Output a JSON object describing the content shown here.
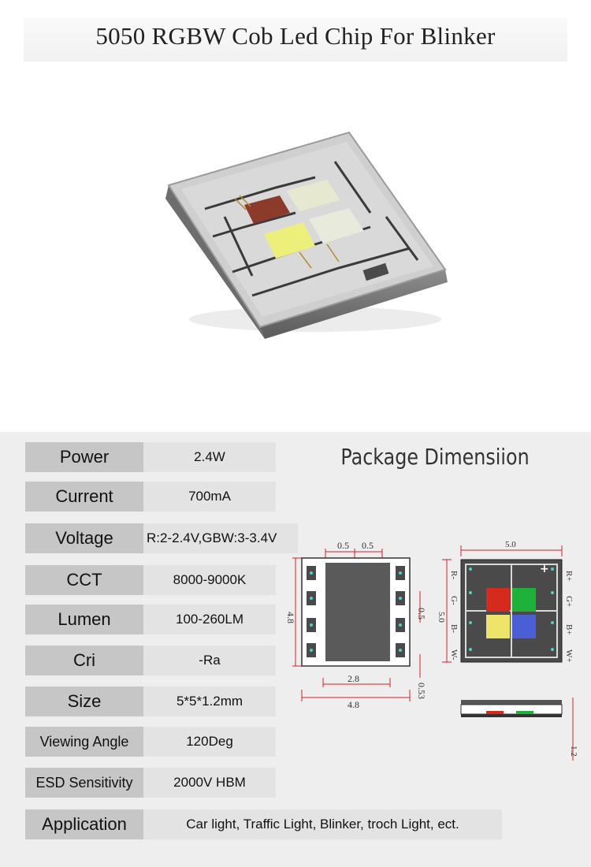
{
  "title": "5050 RGBW Cob Led Chip For Blinker",
  "package_title": "Package Dimensiion",
  "specs": [
    {
      "label": "Power",
      "value": "2.4W"
    },
    {
      "label": "Current",
      "value": "700mA"
    },
    {
      "label": "Voltage",
      "value": "R:2-2.4V,GBW:3-3.4V"
    },
    {
      "label": "CCT",
      "value": "8000-9000K"
    },
    {
      "label": "Lumen",
      "value": "100-260LM"
    },
    {
      "label": "Cri",
      "value": "-Ra"
    },
    {
      "label": "Size",
      "value": "5*5*1.2mm"
    },
    {
      "label": "Viewing Angle",
      "value": "120Deg"
    },
    {
      "label": "ESD Sensitivity",
      "value": "2000V HBM"
    },
    {
      "label": "Application",
      "value": "Car light, Traffic Light, Blinker, troch Light, ect."
    }
  ],
  "dimensions": {
    "top_a": "0.5",
    "top_b": "0.5",
    "height": "4.8",
    "pad_pitch": "0.5",
    "pad_width": "2.8",
    "width": "4.8",
    "pad_gap": "0.53",
    "chip_width": "5.0",
    "chip_height": "5.0",
    "thickness": "1.2"
  },
  "pin_labels": {
    "left": [
      "R-",
      "G-",
      "B-",
      "W-"
    ],
    "right": [
      "R+",
      "G+",
      "B+",
      "W+"
    ],
    "plus": "+"
  },
  "colors": {
    "red": "#d62a1e",
    "green": "#1fb23a",
    "yellow": "#efe46a",
    "blue": "#4a5fd6",
    "dim_line": "#d62020"
  }
}
